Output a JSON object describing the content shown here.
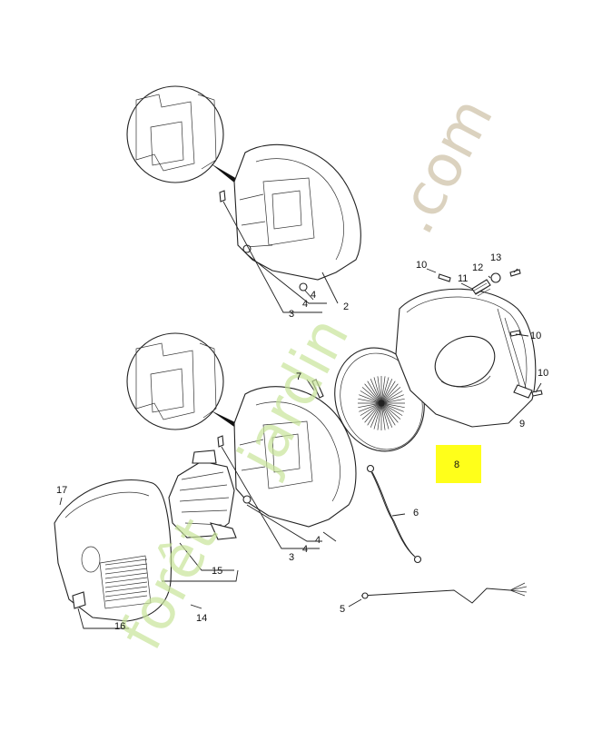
{
  "watermark": {
    "part1": "jardin",
    "part2": ".com",
    "prefix": "forêt",
    "color_green": "#b9dd7c",
    "color_tan": "#c9bda0"
  },
  "highlight": {
    "color": "#ffff1a"
  },
  "callouts": {
    "c2": "2",
    "c3a": "3",
    "c4a": "4",
    "c4b": "4",
    "c3b": "3",
    "c4c": "4",
    "c4d": "4",
    "c5": "5",
    "c6": "6",
    "c7": "7",
    "c8": "8",
    "c9": "9",
    "c10a": "10",
    "c10b": "10",
    "c10c": "10",
    "c11": "11",
    "c12": "12",
    "c13": "13",
    "c14": "14",
    "c15": "15",
    "c16": "16",
    "c17": "17"
  }
}
